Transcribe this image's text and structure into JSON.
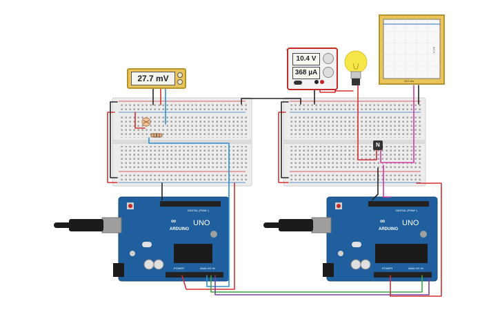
{
  "multimeter": {
    "reading": "27.7 mV"
  },
  "power_supply": {
    "voltage": "10.4 V",
    "current": "368 µA"
  },
  "oscilloscope": {
    "x_label": "10.0 ms",
    "y_label": "0.0 V"
  },
  "arduino_left": {
    "brand": "ARDUINO",
    "model": "UNO",
    "header_digital": "DIGITAL (PWM~)",
    "header_power": "POWER",
    "header_analog": "ANALOG IN"
  },
  "arduino_right": {
    "brand": "ARDUINO",
    "model": "UNO",
    "header_digital": "DIGITAL (PWM~)",
    "header_power": "POWER",
    "header_analog": "ANALOG IN"
  },
  "transistor": {
    "label": "N"
  },
  "colors": {
    "wire_red": "#d32f2f",
    "wire_black": "#222222",
    "wire_blue": "#2b8fd6",
    "wire_green": "#3aa640",
    "wire_purple": "#7b3fa0",
    "wire_magenta": "#d43aa0",
    "board_blue": "#1f5f9e",
    "lcd_gold": "#e8c45a"
  }
}
